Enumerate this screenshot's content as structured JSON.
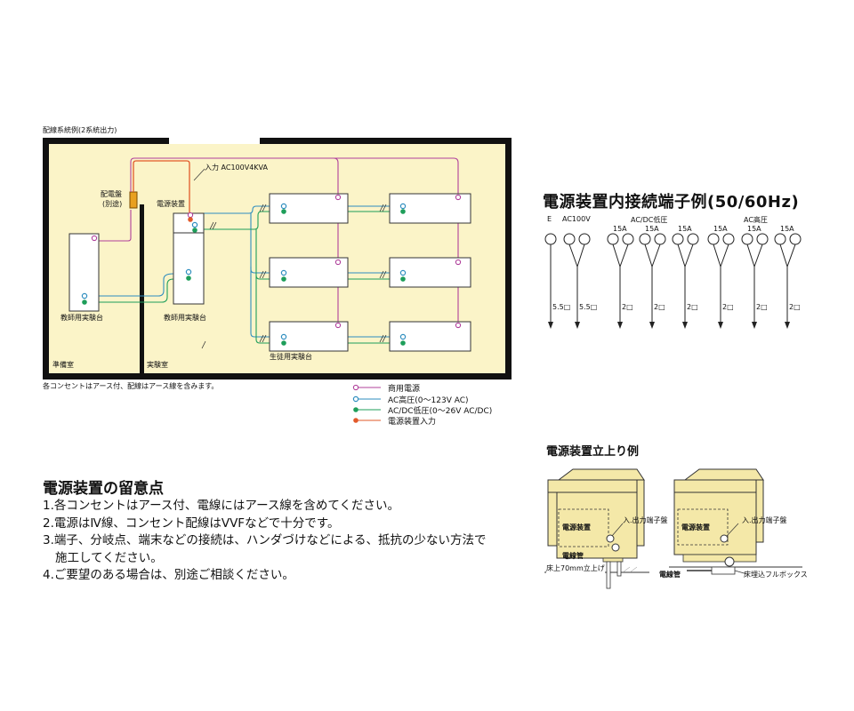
{
  "wiring": {
    "title": "配線系統例(2系統出力)",
    "input_label": "入力 AC100V4KVA",
    "distribution_board": "配電盤",
    "distribution_board_note": "(別途)",
    "power_unit": "電源装置",
    "teacher_table_left": "教師用実験台",
    "teacher_table_center": "教師用実験台",
    "student_table": "生徒用実験台",
    "prep_room": "準備室",
    "lab_room": "実験室",
    "footnote": "各コンセントはアース付、配線はアース線を含みます。"
  },
  "legend": [
    {
      "label": "商用電源",
      "color": "#b0409b"
    },
    {
      "label": "AC高圧(0〜123V AC)",
      "color": "#2e8dbf"
    },
    {
      "label": "AC/DC低圧(0〜26V AC/DC)",
      "color": "#1e9e5a"
    },
    {
      "label": "電源装置入力",
      "color": "#e2592a"
    }
  ],
  "terminals": {
    "title": "電源装置内接続端子例(50/60Hz)",
    "labels": [
      "E",
      "AC100V",
      "AC/DC低圧",
      "AC高圧"
    ],
    "amps": [
      "15A",
      "15A",
      "15A",
      "15A",
      "15A",
      "15A"
    ],
    "cables": [
      "5.5□",
      "5.5□",
      "2□",
      "2□",
      "2□",
      "2□",
      "2□",
      "2□"
    ]
  },
  "rise": {
    "title": "電源装置立上り例",
    "left": {
      "unit": "電源装置",
      "terminal": "入.出力端子盤",
      "pipe": "電線管",
      "floor": "床上70mm立上げ"
    },
    "right": {
      "unit": "電源装置",
      "terminal": "入.出力端子盤",
      "pipe": "電線管",
      "box": "床埋込フルボックス"
    }
  },
  "notes": {
    "title": "電源装置の留意点",
    "items": [
      "1.各コンセントはアース付、電線にはアース線を含めてください。",
      "2.電源はⅣ線、コンセント配線はVVFなどで十分です。",
      "3.端子、分岐点、端末などの接続は、ハンダづけなどによる、抵抗の少ない方法で",
      "施工してください。",
      "4.ご要望のある場合は、別途ご相談ください。"
    ]
  },
  "colors": {
    "room_fill": "#fbf4c8",
    "commercial": "#b0409b",
    "ac_high": "#2e8dbf",
    "low": "#1e9e5a",
    "input": "#e2592a",
    "rise_box": "#f4e8a8"
  }
}
